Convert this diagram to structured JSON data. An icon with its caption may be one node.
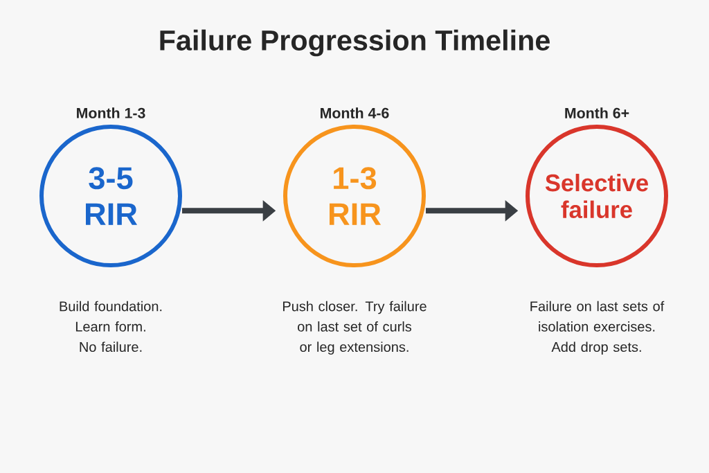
{
  "diagram": {
    "title": "Failure Progression Timeline",
    "nodes": [
      {
        "text": [
          "Month 1-3",
          "3-5 RIR"
        ],
        "beside": [
          "Build foundation. Learn form. No failure."
        ]
      },
      {
        "text": [
          "Month 4-6",
          "1-3 RIR"
        ],
        "beside": [
          "Push closer. Try failure on last set of curls or leg extensions."
        ]
      },
      {
        "text": [
          "Month 6+",
          "Selective failure"
        ],
        "beside": [
          "Failure on last sets of isolation exercises. Add drop sets."
        ]
      }
    ],
    "edges": [
      {
        "from": 0,
        "to": 1,
        "arrow": "to"
      },
      {
        "from": 1,
        "to": 2,
        "arrow": "to"
      }
    ]
  }
}
